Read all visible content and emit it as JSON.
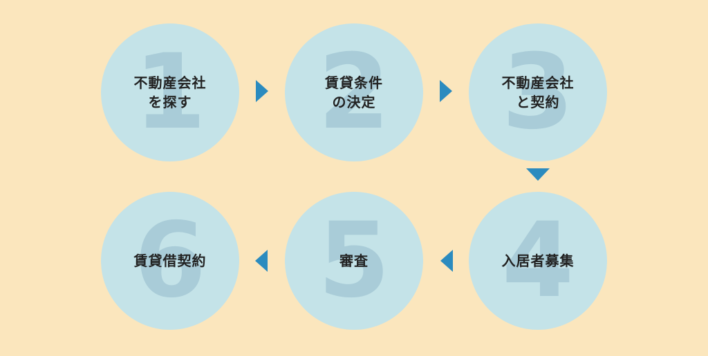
{
  "steps": [
    {
      "number": "1",
      "line1": "不動産会社",
      "line2": "を探す"
    },
    {
      "number": "2",
      "line1": "賃貸条件",
      "line2": "の決定"
    },
    {
      "number": "3",
      "line1": "不動産会社",
      "line2": "と契約"
    },
    {
      "number": "4",
      "line1": "入居者募集",
      "line2": ""
    },
    {
      "number": "5",
      "line1": "審査",
      "line2": ""
    },
    {
      "number": "6",
      "line1": "賃貸借契約",
      "line2": ""
    }
  ],
  "colors": {
    "background": "#fbe6bd",
    "circle": "#c4e3e8",
    "number": "#a9ccd8",
    "arrow": "#2b8bbf"
  }
}
